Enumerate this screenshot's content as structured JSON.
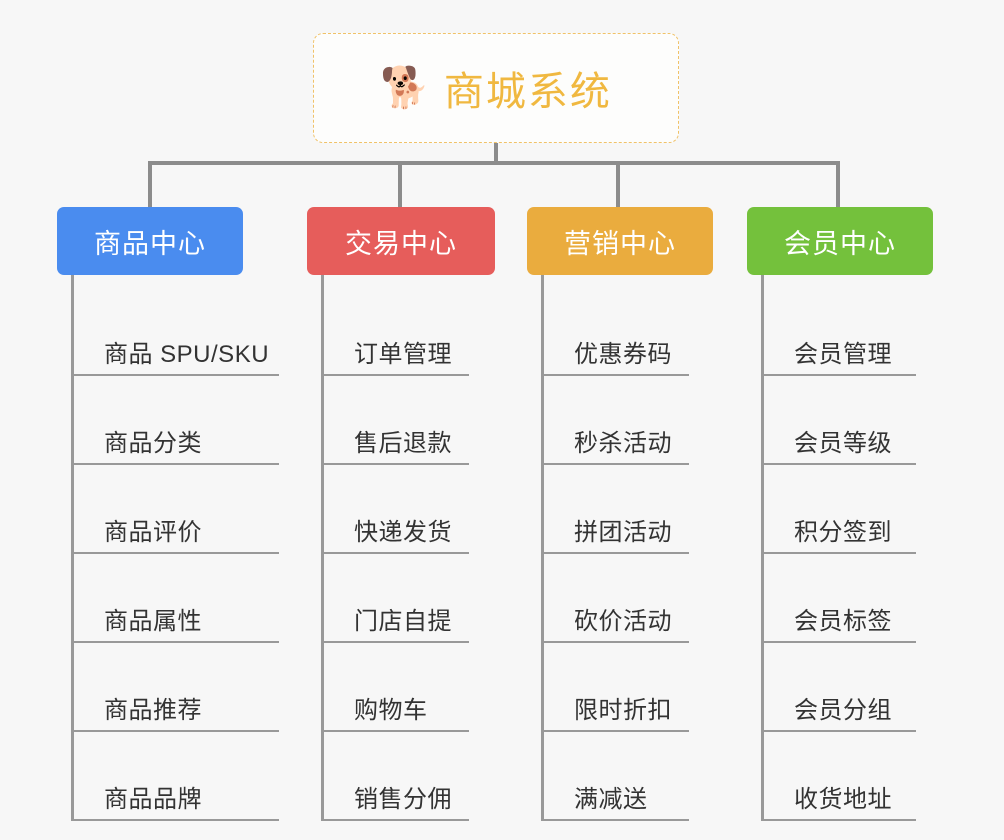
{
  "root": {
    "icon": "shiba-dog-emoji",
    "emoji": "🐕",
    "title": "商城系统",
    "accent_color": "#f0b840",
    "border_style": "dashed"
  },
  "diagram": {
    "type": "mindmap-tree",
    "background": "#f7f7f7",
    "connector_color": "#8c8c8c",
    "leaf_rule_color": "#999999"
  },
  "branches": [
    {
      "label": "商品中心",
      "color": "#4a8cef",
      "color_class": "cat-blue",
      "items": [
        {
          "label": "商品 SPU/SKU"
        },
        {
          "label": "商品分类"
        },
        {
          "label": "商品评价"
        },
        {
          "label": "商品属性"
        },
        {
          "label": "商品推荐"
        },
        {
          "label": "商品品牌"
        }
      ]
    },
    {
      "label": "交易中心",
      "color": "#e65d5b",
      "color_class": "cat-red",
      "items": [
        {
          "label": "订单管理"
        },
        {
          "label": "售后退款"
        },
        {
          "label": "快递发货"
        },
        {
          "label": "门店自提"
        },
        {
          "label": "购物车"
        },
        {
          "label": "销售分佣"
        }
      ]
    },
    {
      "label": "营销中心",
      "color": "#eaac3e",
      "color_class": "cat-orange",
      "items": [
        {
          "label": "优惠券码"
        },
        {
          "label": "秒杀活动"
        },
        {
          "label": "拼团活动"
        },
        {
          "label": "砍价活动"
        },
        {
          "label": "限时折扣"
        },
        {
          "label": "满减送"
        }
      ]
    },
    {
      "label": "会员中心",
      "color": "#74c13c",
      "color_class": "cat-green",
      "items": [
        {
          "label": "会员管理"
        },
        {
          "label": "会员等级"
        },
        {
          "label": "积分签到"
        },
        {
          "label": "会员标签"
        },
        {
          "label": "会员分组"
        },
        {
          "label": "收货地址"
        }
      ]
    }
  ]
}
